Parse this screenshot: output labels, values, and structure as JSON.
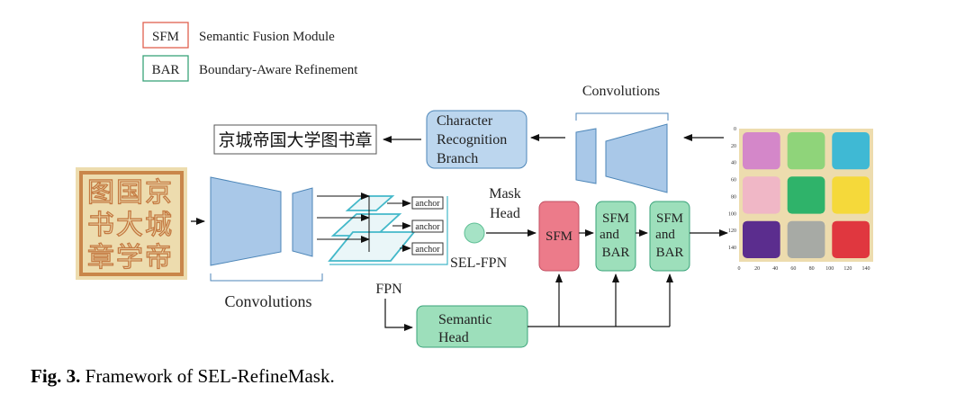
{
  "legend": {
    "sfm_abbr": "SFM",
    "sfm_desc": "Semantic Fusion Module",
    "bar_abbr": "BAR",
    "bar_desc": "Boundary-Aware Refinement",
    "sfm_color": "#e0604e",
    "bar_color": "#3aa37a"
  },
  "labels": {
    "convolutions_top": "Convolutions",
    "convolutions_bottom": "Convolutions",
    "char_recog_line1": "Character",
    "char_recog_line2": "Recognition",
    "char_recog_line3": "Branch",
    "output_text": "京城帝国大学图书章",
    "anchor": "anchor",
    "mask_head_line1": "Mask",
    "mask_head_line2": "Head",
    "sel_fpn": "SEL-FPN",
    "fpn": "FPN",
    "sfm": "SFM",
    "sfm_bar_1_line1": "SFM",
    "sfm_bar_1_line2": "and",
    "sfm_bar_1_line3": "BAR",
    "sfm_bar_2_line1": "SFM",
    "sfm_bar_2_line2": "and",
    "sfm_bar_2_line3": "BAR",
    "semantic_head_line1": "Semantic",
    "semantic_head_line2": "Head"
  },
  "seal_chars": [
    "京",
    "城",
    "帝",
    "国",
    "大",
    "学",
    "图",
    "书",
    "章"
  ],
  "mask_plot": {
    "x_ticks": [
      "0",
      "20",
      "40",
      "60",
      "80",
      "100",
      "120",
      "140"
    ],
    "y_ticks": [
      "0",
      "20",
      "40",
      "60",
      "80",
      "100",
      "120",
      "140"
    ],
    "cell_colors": [
      "#d487c9",
      "#8fd47a",
      "#3fb9d4",
      "#f0b7c6",
      "#2fb36a",
      "#f5d93a",
      "#5b2d8e",
      "#a7aaa5",
      "#e0373f"
    ]
  },
  "caption": {
    "fig": "Fig. 3.",
    "text": "Framework of SEL-RefineMask."
  },
  "colors": {
    "trapezoid_fill": "#a9c8e8",
    "box_blue": "#bcd6ee",
    "sfm_red": "#ec7b8a",
    "green_box": "#9ddfbb",
    "fpn_plane": "#43b8c9"
  }
}
